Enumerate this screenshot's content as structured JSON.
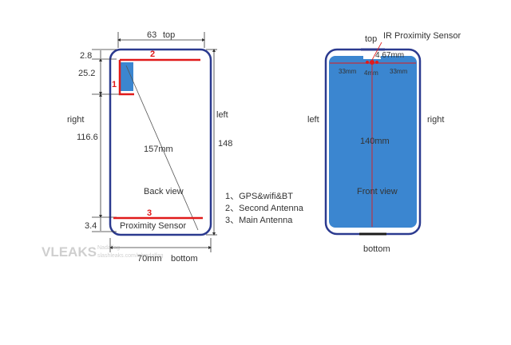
{
  "back": {
    "dims": {
      "width_top": "63",
      "top_gap": "2.8",
      "antenna_height": "25.2",
      "body_height": "116.6",
      "bottom_gap": "3.4",
      "full_height": "148",
      "diagonal": "157mm",
      "full_width": "70mm"
    },
    "labels": {
      "top": "top",
      "right": "right",
      "left": "left",
      "view": "Back view",
      "proximity": "Proximity Sensor",
      "bottom": "bottom"
    },
    "markers": [
      "1",
      "2",
      "3"
    ]
  },
  "legend": {
    "items": [
      "1、GPS&wifi&BT",
      "2、Second Antenna",
      "3、Main Antenna"
    ]
  },
  "front": {
    "labels": {
      "top": "top",
      "ir_sensor": "IR Proximity Sensor",
      "left": "left",
      "right": "right",
      "view": "Front view",
      "bottom": "bottom"
    },
    "dims": {
      "sensor_offset": "4.67mm",
      "left_span": "33mm",
      "center": "4mm",
      "right_span": "33mm",
      "height": "140mm"
    }
  },
  "watermark": {
    "brand": "VLEAKS",
    "line1": "Nadalfag",
    "line2": "slashleaks.com/u/nadalfag"
  },
  "colors": {
    "outline": "#2b3a8f",
    "screen": "#3b86d0",
    "antenna": "#e01a1a",
    "dim_line": "#333333"
  }
}
